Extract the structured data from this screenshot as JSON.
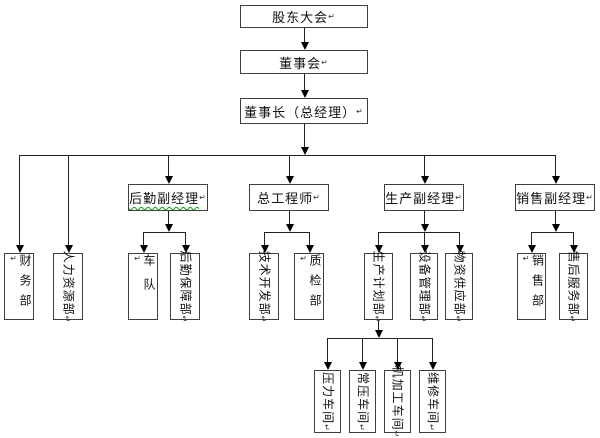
{
  "meta": {
    "background": "#ffffff",
    "line_color": "#222222",
    "box_border_color": "#3f3f3f",
    "box_fill": "#ffffff",
    "text_color": "#111111",
    "spellcheck_underline_color": "#00a000",
    "paragraph_mark": "↵"
  },
  "org": {
    "level1": {
      "shareholders": "股东大会",
      "board": "董事会",
      "chairman": "董事长（总经理）"
    },
    "managers": {
      "logistics": "后勤副经理",
      "chief_engineer": "总工程师",
      "production": "生产副经理",
      "sales": "销售副经理"
    },
    "departments": {
      "finance": "财务部",
      "hr": "人力资源部",
      "fleet": "车队",
      "logistics_support": "后勤保障部",
      "tech_dev": "技术开发部",
      "quality": "质检部",
      "production_planning": "生产计划部",
      "equipment": "设备管理部",
      "materials": "物资供应部",
      "sales_dept": "销售部",
      "after_sales": "售后服务部"
    },
    "workshops": {
      "pressure": "压力车间",
      "normal_pressure": "常压车间",
      "machining": "机加工车间",
      "maintenance": "维修车间"
    }
  }
}
